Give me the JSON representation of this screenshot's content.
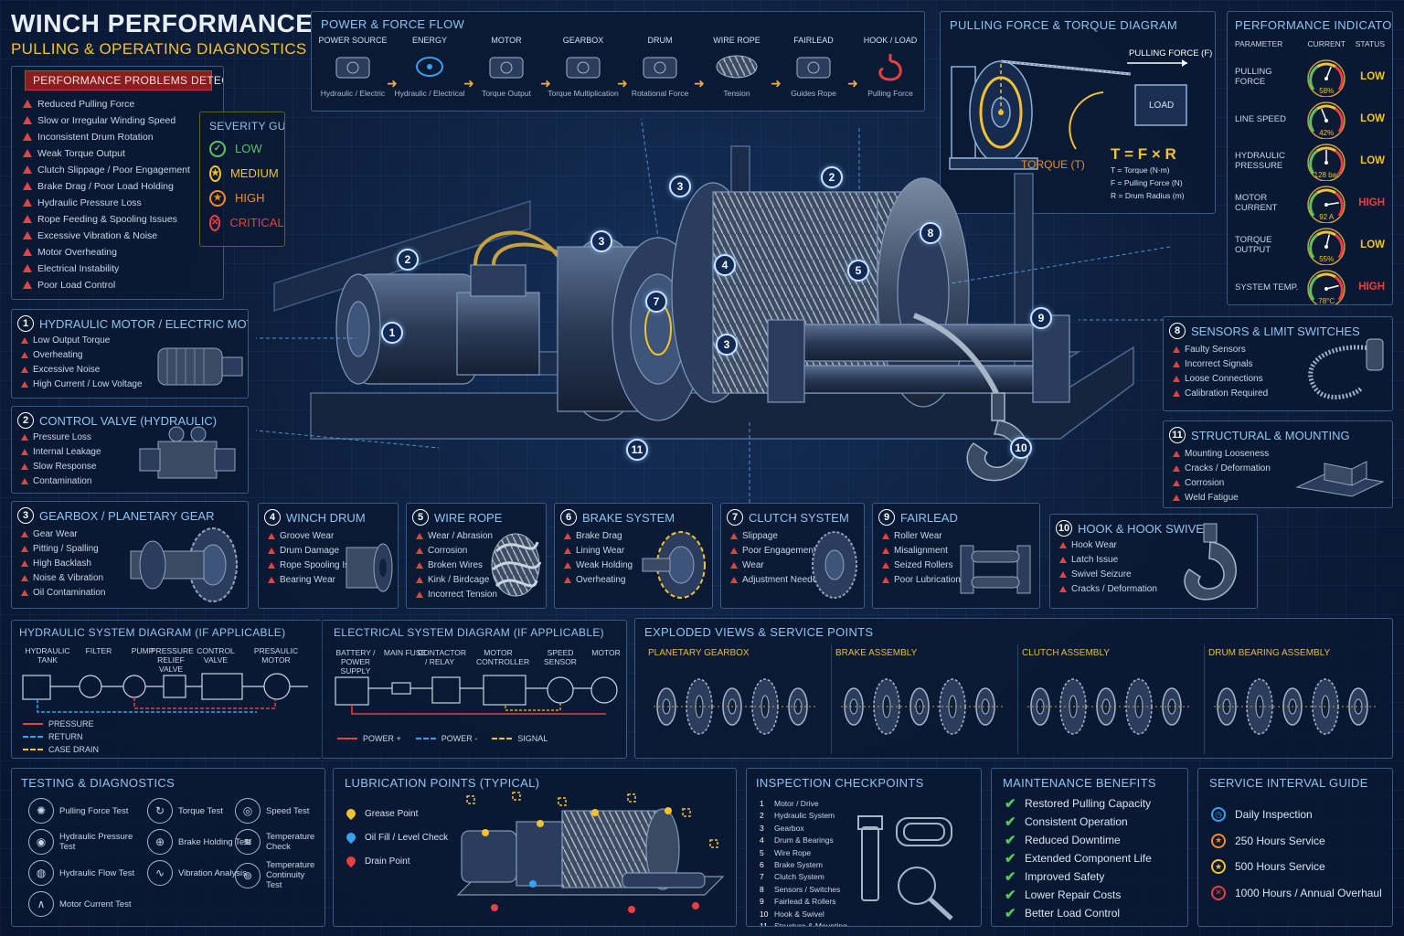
{
  "header": {
    "title": "WINCH PERFORMANCE",
    "subtitle": "PULLING & OPERATING DIAGNOSTICS",
    "alert": "PERFORMANCE PROBLEMS DETECTED"
  },
  "problems": [
    "Reduced Pulling Force",
    "Slow or Irregular Winding Speed",
    "Inconsistent Drum Rotation",
    "Weak Torque Output",
    "Clutch Slippage / Poor Engagement",
    "Brake Drag / Poor Load Holding",
    "Hydraulic Pressure Loss",
    "Rope Feeding & Spooling Issues",
    "Excessive Vibration & Noise",
    "Motor Overheating",
    "Electrical Instability",
    "Poor Load Control"
  ],
  "severity": {
    "title": "SEVERITY GUIDE",
    "levels": [
      {
        "label": "LOW",
        "color": "#5ec25e",
        "icon": "check-circle-icon"
      },
      {
        "label": "MEDIUM",
        "color": "#f2c230",
        "icon": "star-circle-icon"
      },
      {
        "label": "HIGH",
        "color": "#f28c28",
        "icon": "star-circle-icon"
      },
      {
        "label": "CRITICAL",
        "color": "#e84040",
        "icon": "x-circle-icon"
      }
    ]
  },
  "power_flow": {
    "title": "POWER & FORCE FLOW",
    "steps": [
      {
        "label": "POWER SOURCE",
        "sub": "Hydraulic / Electric"
      },
      {
        "label": "ENERGY",
        "sub": "Hydraulic / Electrical"
      },
      {
        "label": "MOTOR",
        "sub": "Torque Output"
      },
      {
        "label": "GEARBOX",
        "sub": "Torque Multiplication"
      },
      {
        "label": "DRUM",
        "sub": "Rotational Force"
      },
      {
        "label": "WIRE ROPE",
        "sub": "Tension"
      },
      {
        "label": "FAIRLEAD",
        "sub": "Guides Rope"
      },
      {
        "label": "HOOK / LOAD",
        "sub": "Pulling Force"
      }
    ]
  },
  "torque_diagram": {
    "title": "PULLING FORCE & TORQUE DIAGRAM",
    "force_label": "PULLING FORCE (F)",
    "load_label": "LOAD",
    "torque_label": "TORQUE (T)",
    "formula": "T = F × R",
    "legend": [
      "T = Torque (N·m)",
      "F = Pulling Force (N)",
      "R = Drum Radius (m)"
    ]
  },
  "indicators": {
    "title": "PERFORMANCE INDICATORS",
    "headers": [
      "PARAMETER",
      "CURRENT",
      "STATUS"
    ],
    "rows": [
      {
        "name": "PULLING FORCE",
        "value": "58%",
        "fraction": 0.58,
        "status": "LOW",
        "status_color": "#f2c230"
      },
      {
        "name": "LINE SPEED",
        "value": "42%",
        "fraction": 0.42,
        "status": "LOW",
        "status_color": "#f2c230"
      },
      {
        "name": "HYDRAULIC PRESSURE",
        "value": "128 bar",
        "fraction": 0.5,
        "status": "LOW",
        "status_color": "#f2c230"
      },
      {
        "name": "MOTOR CURRENT",
        "value": "92 A",
        "fraction": 0.8,
        "status": "HIGH",
        "status_color": "#e84040"
      },
      {
        "name": "TORQUE OUTPUT",
        "value": "55%",
        "fraction": 0.55,
        "status": "LOW",
        "status_color": "#f2c230"
      },
      {
        "name": "SYSTEM TEMP.",
        "value": "78°C",
        "fraction": 0.78,
        "status": "HIGH",
        "status_color": "#e84040"
      }
    ]
  },
  "components": {
    "c1": {
      "num": "1",
      "title": "HYDRAULIC MOTOR / ELECTRIC MOTOR",
      "issues": [
        "Low Output Torque",
        "Overheating",
        "Excessive Noise",
        "High Current / Low Voltage"
      ]
    },
    "c2": {
      "num": "2",
      "title": "CONTROL VALVE (HYDRAULIC)",
      "issues": [
        "Pressure Loss",
        "Internal Leakage",
        "Slow Response",
        "Contamination"
      ]
    },
    "c3": {
      "num": "3",
      "title": "GEARBOX / PLANETARY GEAR",
      "issues": [
        "Gear Wear",
        "Pitting / Spalling",
        "High Backlash",
        "Noise & Vibration",
        "Oil Contamination"
      ]
    },
    "c4": {
      "num": "4",
      "title": "WINCH DRUM",
      "issues": [
        "Groove Wear",
        "Drum Damage",
        "Rope Spooling Issues",
        "Bearing Wear"
      ]
    },
    "c5": {
      "num": "5",
      "title": "WIRE ROPE",
      "issues": [
        "Wear / Abrasion",
        "Corrosion",
        "Broken Wires",
        "Kink / Birdcage",
        "Incorrect Tension"
      ]
    },
    "c6": {
      "num": "6",
      "title": "BRAKE SYSTEM",
      "issues": [
        "Brake Drag",
        "Lining Wear",
        "Weak Holding",
        "Overheating"
      ]
    },
    "c7": {
      "num": "7",
      "title": "CLUTCH SYSTEM",
      "issues": [
        "Slippage",
        "Poor Engagement",
        "Wear",
        "Adjustment Needed"
      ]
    },
    "c8": {
      "num": "8",
      "title": "SENSORS & LIMIT SWITCHES",
      "issues": [
        "Faulty Sensors",
        "Incorrect Signals",
        "Loose Connections",
        "Calibration Required"
      ]
    },
    "c9": {
      "num": "9",
      "title": "FAIRLEAD",
      "issues": [
        "Roller Wear",
        "Misalignment",
        "Seized Rollers",
        "Poor Lubrication"
      ]
    },
    "c10": {
      "num": "10",
      "title": "HOOK & HOOK SWIVEL",
      "issues": [
        "Hook Wear",
        "Latch Issue",
        "Swivel Seizure",
        "Cracks / Deformation"
      ]
    },
    "c11": {
      "num": "11",
      "title": "STRUCTURAL & MOUNTING",
      "issues": [
        "Mounting Looseness",
        "Cracks / Deformation",
        "Corrosion",
        "Weld Fatigue"
      ]
    }
  },
  "markers": [
    "1",
    "2",
    "3",
    "3",
    "3",
    "4",
    "5",
    "7",
    "8",
    "9",
    "10",
    "11",
    "2"
  ],
  "hydraulic": {
    "title": "HYDRAULIC SYSTEM DIAGRAM (IF APPLICABLE)",
    "parts": [
      "HYDRAULIC TANK",
      "FILTER",
      "PUMP",
      "PRESSURE RELIEF VALVE",
      "CONTROL VALVE",
      "PRESAULIC MOTOR"
    ],
    "legend": [
      {
        "label": "PRESSURE",
        "color": "#e84040"
      },
      {
        "label": "RETURN",
        "color": "#3aa0f0"
      },
      {
        "label": "CASE DRAIN",
        "color": "#f2c230"
      }
    ]
  },
  "electrical": {
    "title": "ELECTRICAL SYSTEM DIAGRAM (IF APPLICABLE)",
    "parts": [
      "BATTERY / POWER SUPPLY",
      "MAIN FUSE",
      "CONTACTOR / RELAY",
      "MOTOR CONTROLLER",
      "SPEED SENSOR",
      "MOTOR"
    ],
    "legend": [
      {
        "label": "POWER +",
        "color": "#e84040"
      },
      {
        "label": "POWER -",
        "color": "#3aa0f0"
      },
      {
        "label": "SIGNAL",
        "color": "#f2c230"
      }
    ]
  },
  "exploded": {
    "title": "EXPLODED VIEWS & SERVICE POINTS",
    "views": [
      "PLANETARY GEARBOX",
      "BRAKE ASSEMBLY",
      "CLUTCH ASSEMBLY",
      "DRUM BEARING ASSEMBLY"
    ]
  },
  "testing": {
    "title": "TESTING & DIAGNOSTICS",
    "items": [
      "Pulling Force Test",
      "Torque Test",
      "Speed Test",
      "Hydraulic Pressure Test",
      "Brake Holding Test",
      "Temperature Check",
      "Hydraulic Flow Test",
      "Vibration Analysis",
      "Temperature Continuity Test",
      "Motor Current Test"
    ]
  },
  "lubrication": {
    "title": "LUBRICATION POINTS (TYPICAL)",
    "items": [
      {
        "label": "Grease Point",
        "color": "#f2c230"
      },
      {
        "label": "Oil Fill / Level Check",
        "color": "#3aa0f0"
      },
      {
        "label": "Drain Point",
        "color": "#e84040"
      }
    ]
  },
  "inspection": {
    "title": "INSPECTION CHECKPOINTS",
    "items": [
      "Motor / Drive",
      "Hydraulic System",
      "Gearbox",
      "Drum & Bearings",
      "Wire Rope",
      "Brake System",
      "Clutch System",
      "Sensors / Switches",
      "Fairlead & Rollers",
      "Hook & Swivel",
      "Structure & Mounting"
    ]
  },
  "benefits": {
    "title": "MAINTENANCE BENEFITS",
    "items": [
      "Restored Pulling Capacity",
      "Consistent Operation",
      "Reduced Downtime",
      "Extended Component Life",
      "Improved Safety",
      "Lower Repair Costs",
      "Better Load Control"
    ]
  },
  "service": {
    "title": "SERVICE INTERVAL GUIDE",
    "items": [
      {
        "label": "Daily Inspection",
        "color": "#3aa0f0"
      },
      {
        "label": "250 Hours Service",
        "color": "#f28c28"
      },
      {
        "label": "500 Hours Service",
        "color": "#f2c230"
      },
      {
        "label": "1000 Hours / Annual Overhaul",
        "color": "#e84040"
      }
    ]
  }
}
